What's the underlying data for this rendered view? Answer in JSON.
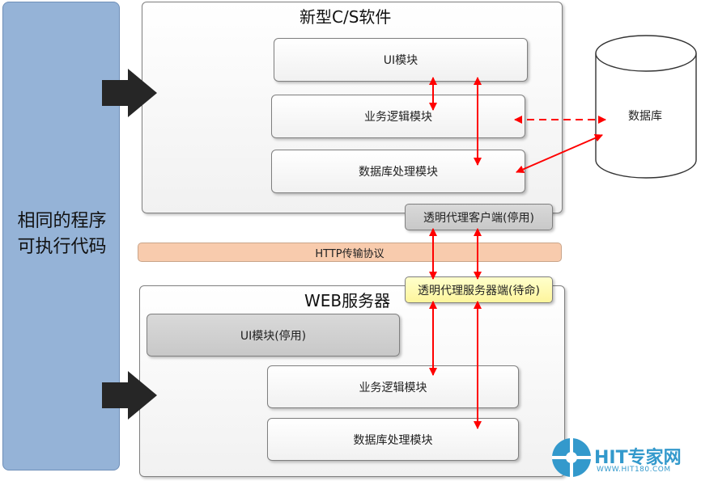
{
  "left_panel": {
    "text_line1": "相同的程序",
    "text_line2": "可执行代码"
  },
  "cs_app": {
    "title": "新型C/S软件",
    "ui_module": "UI模块",
    "business_module": "业务逻辑模块",
    "db_module": "数据库处理模块"
  },
  "database": {
    "label": "数据库"
  },
  "proxy_client": {
    "label": "透明代理客户端(停用)"
  },
  "http_bar": {
    "label": "HTTP传输协议"
  },
  "proxy_server": {
    "label": "透明代理服务器端(待命)"
  },
  "web_server": {
    "title": "WEB服务器",
    "ui_module": "UI模块(停用)",
    "business_module": "业务逻辑模块",
    "db_module": "数据库处理模块"
  },
  "logo": {
    "text": "HIT专家网",
    "subtext": "WWW.HIT180.COM"
  },
  "colors": {
    "left_panel": "#95b3d7",
    "http_bar": "#f8cbad",
    "proxy_server": "#fff2a8",
    "disabled": "#d0d0d0",
    "arrow": "#ff0000",
    "big_arrow": "#262626",
    "logo": "#3399cc"
  }
}
